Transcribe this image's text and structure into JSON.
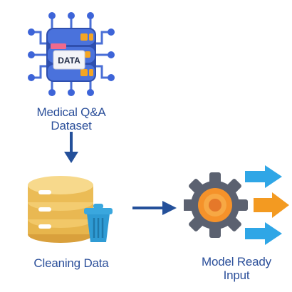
{
  "nodes": {
    "dataset": {
      "line1": "Medical Q&A",
      "line2": "Dataset",
      "icon_text": "DATA"
    },
    "cleaning": {
      "line1": "Cleaning Data"
    },
    "output": {
      "line1": "Model Ready",
      "line2": "Input"
    }
  },
  "colors": {
    "label": "#2b4f9a",
    "arrow": "#24509a",
    "server": "#3f63c4",
    "db": "#f2c15c",
    "bin": "#2f9bd4",
    "gear": "#5b6170",
    "gear_center": "#f5922a",
    "output_arrow_blue": "#2fa6e6",
    "output_arrow_orange": "#f39a21"
  }
}
